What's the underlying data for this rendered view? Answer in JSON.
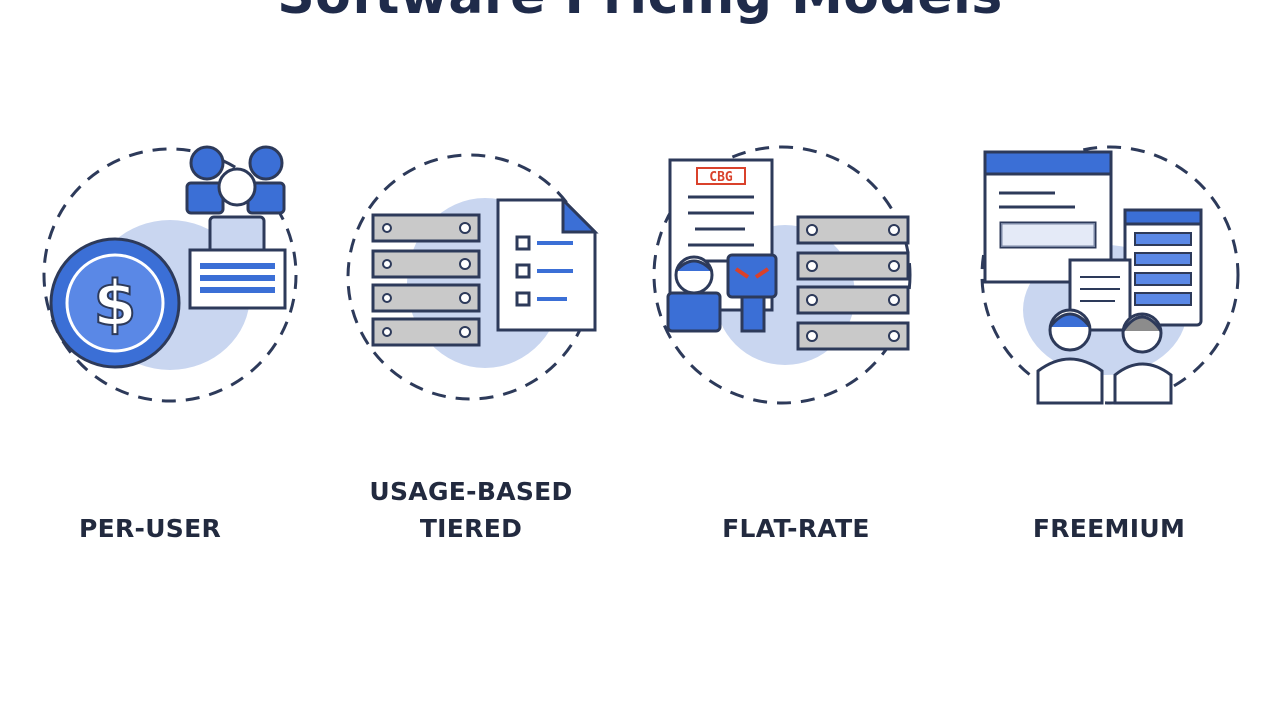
{
  "title": "Software Pricing Models",
  "colors": {
    "accent": "#3b6fd6",
    "accent_light": "#c9d6f0",
    "line": "#2d3a5a",
    "grey": "#c9c9c9"
  },
  "models": [
    {
      "icon": "per-user-icon",
      "lines": [
        "PER-USER"
      ]
    },
    {
      "icon": "usage-based-tiered-icon",
      "lines": [
        "USAGE-BASED",
        "TIERED"
      ]
    },
    {
      "icon": "flat-rate-icon",
      "lines": [
        "FLAT-RATE"
      ]
    },
    {
      "icon": "freemium-icon",
      "lines": [
        "FREEMIUM"
      ]
    }
  ],
  "receipt_code": "CBG"
}
